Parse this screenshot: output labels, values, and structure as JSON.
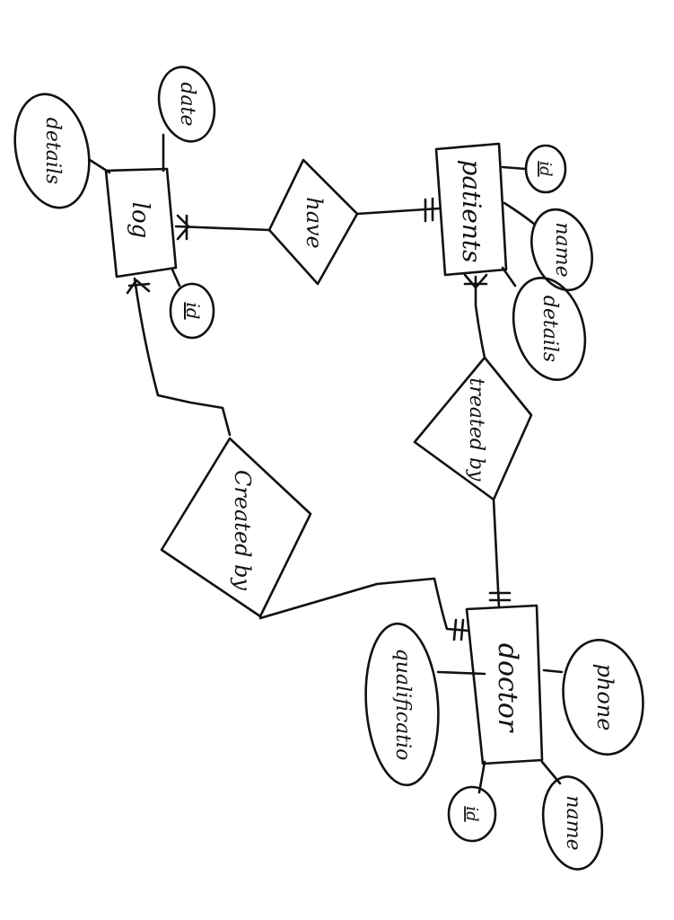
{
  "diagram": {
    "entities": {
      "log": "log",
      "patients": "patients",
      "doctor": "doctor"
    },
    "relationships": {
      "have": "have",
      "treated_by": "treated by",
      "created_by": "Created by"
    },
    "attributes": {
      "log_details": "details",
      "log_date": "date",
      "log_id": "id",
      "patients_id": "id",
      "patients_name": "name",
      "patients_details": "details",
      "doctor_qualification": "qualificatio",
      "doctor_phone": "phone",
      "doctor_id": "id",
      "doctor_name": "name"
    }
  }
}
